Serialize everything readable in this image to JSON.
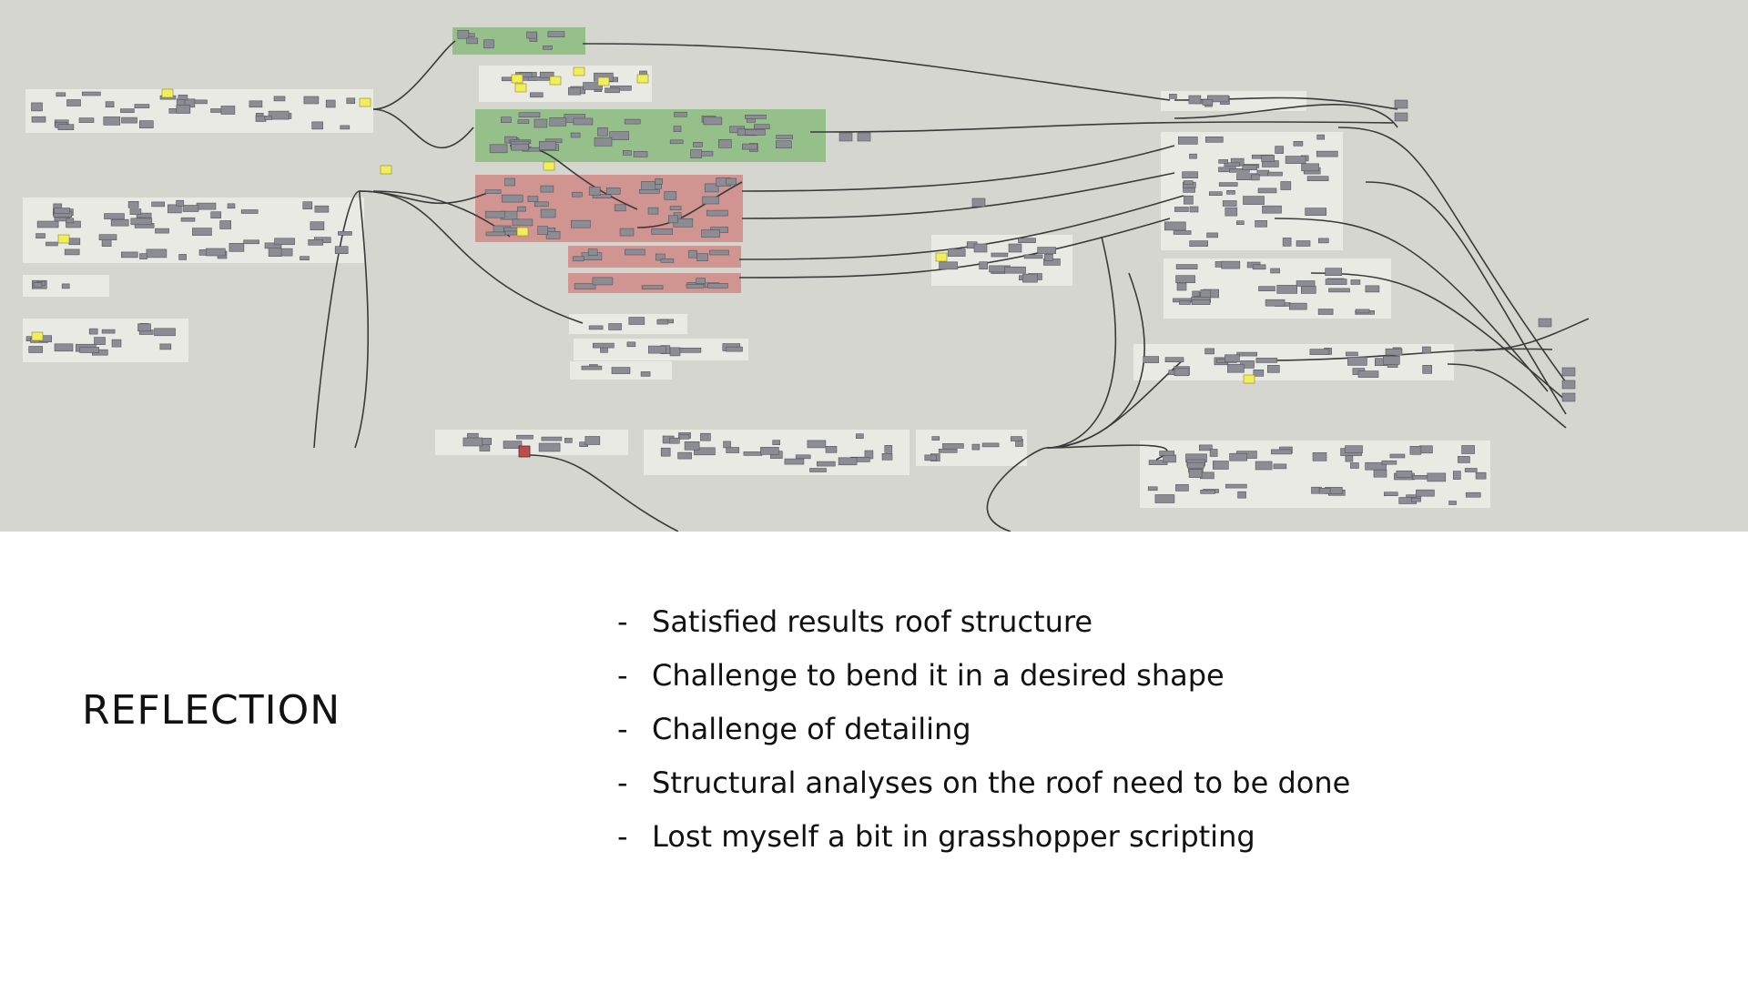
{
  "slide": {
    "title": "REFLECTION",
    "bullet_marker": "-",
    "bullets": [
      "Satisfied results roof structure",
      "Challenge to bend it in a desired shape",
      "Challenge of detailing",
      "Structural analyses on the roof need to be done",
      "Lost myself a bit in grasshopper scripting"
    ]
  },
  "canvas": {
    "background_color": "#d6d6d0",
    "group_colors": {
      "neutral": "#ebebe6",
      "green": "#8fbe82",
      "red": "#cf8f8a"
    },
    "component_color": "#8c8c95",
    "panel_color": "#f2ee5a",
    "wire_color": "#3a3a3a"
  }
}
